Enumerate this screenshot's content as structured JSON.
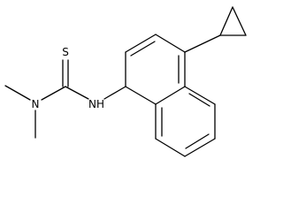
{
  "molecule": {
    "atom_labels": {
      "sulfur": "S",
      "dimethylamino_nitrogen": "N",
      "amide_nitrogen": "NH"
    },
    "colors": {
      "bond": "#000000",
      "label": "#000000",
      "background": "#ffffff"
    }
  }
}
